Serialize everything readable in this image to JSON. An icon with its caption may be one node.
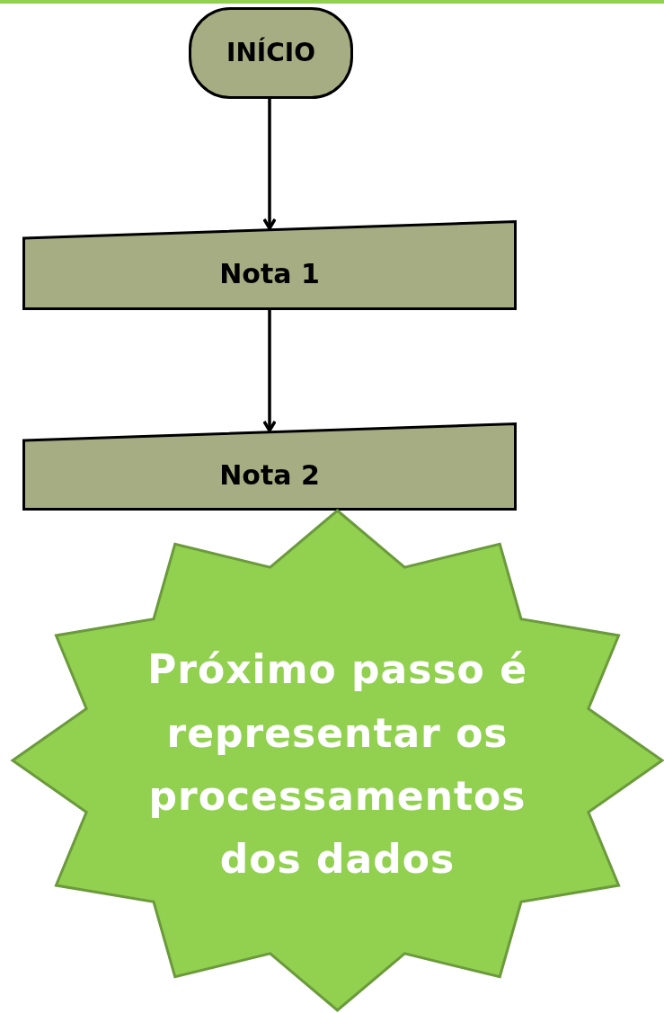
{
  "diagram": {
    "nodes": [
      {
        "text": [
          "INÍCIO"
        ]
      },
      {
        "text": [
          "Nota 1"
        ]
      },
      {
        "text": [
          "Nota 2"
        ]
      },
      {
        "text": [
          "Próximo passo é representar os processamentos dos dados"
        ]
      }
    ],
    "edges": [
      {
        "from": 0,
        "to": 1,
        "arrow": "to"
      },
      {
        "from": 1,
        "to": 2,
        "arrow": "to"
      }
    ]
  }
}
